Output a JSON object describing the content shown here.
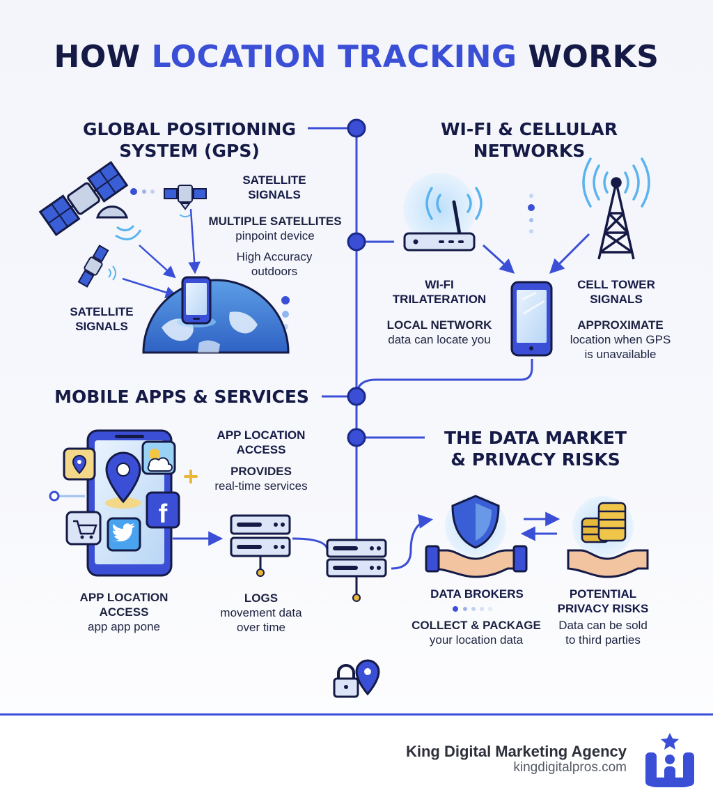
{
  "title": {
    "part1": "HOW ",
    "accent": "LOCATION TRACKING",
    "part2": " WORKS"
  },
  "gps": {
    "heading_line1": "GLOBAL POSITIONING",
    "heading_line2": "SYSTEM (GPS)",
    "sat_label_line1": "SATELLITE",
    "sat_label_line2": "SIGNALS",
    "multi_line1": "MULTIPLE SATELLITES",
    "multi_line2": "pinpoint device",
    "accuracy_line1": "High Accuracy",
    "accuracy_line2": "outdoors",
    "left_label_line1": "SATELLITE",
    "left_label_line2": "SIGNALS"
  },
  "wifi": {
    "heading_line1": "WI-FI & CELLULAR",
    "heading_line2": "NETWORKS",
    "tri_line1": "WI-FI",
    "tri_line2": "TRILATERATION",
    "local_line1": "LOCAL NETWORK",
    "local_line2": "data can locate you",
    "cell_line1": "CELL TOWER",
    "cell_line2": "SIGNALS",
    "approx_line1": "APPROXIMATE",
    "approx_line2": "location when GPS",
    "approx_line3": "is unavailable"
  },
  "apps": {
    "heading": "MOBILE APPS & SERVICES",
    "access_line1": "APP LOCATION",
    "access_line2": "ACCESS",
    "provides_line1": "PROVIDES",
    "provides_line2": "real-time services",
    "bottom_line1": "APP LOCATION",
    "bottom_line2": "ACCESS",
    "bottom_line3": "app app pone",
    "logs_line1": "LOGS",
    "logs_line2": "movement data",
    "logs_line3": "over time"
  },
  "market": {
    "heading_line1": "THE DATA MARKET",
    "heading_line2": "& PRIVACY RISKS",
    "brokers": "DATA BROKERS",
    "collect_line1": "COLLECT & PACKAGE",
    "collect_line2": "your location data",
    "risks_line1": "POTENTIAL",
    "risks_line2": "PRIVACY RISKS",
    "sold_line1": "Data can be sold",
    "sold_line2": "to third parties"
  },
  "footer": {
    "brand": "King Digital Marketing Agency",
    "url": "kingdigitalpros.com"
  },
  "colors": {
    "accent": "#3a4fd6",
    "dark": "#141a45",
    "light_blue": "#cfe3fb",
    "gold": "#e8b83a"
  }
}
